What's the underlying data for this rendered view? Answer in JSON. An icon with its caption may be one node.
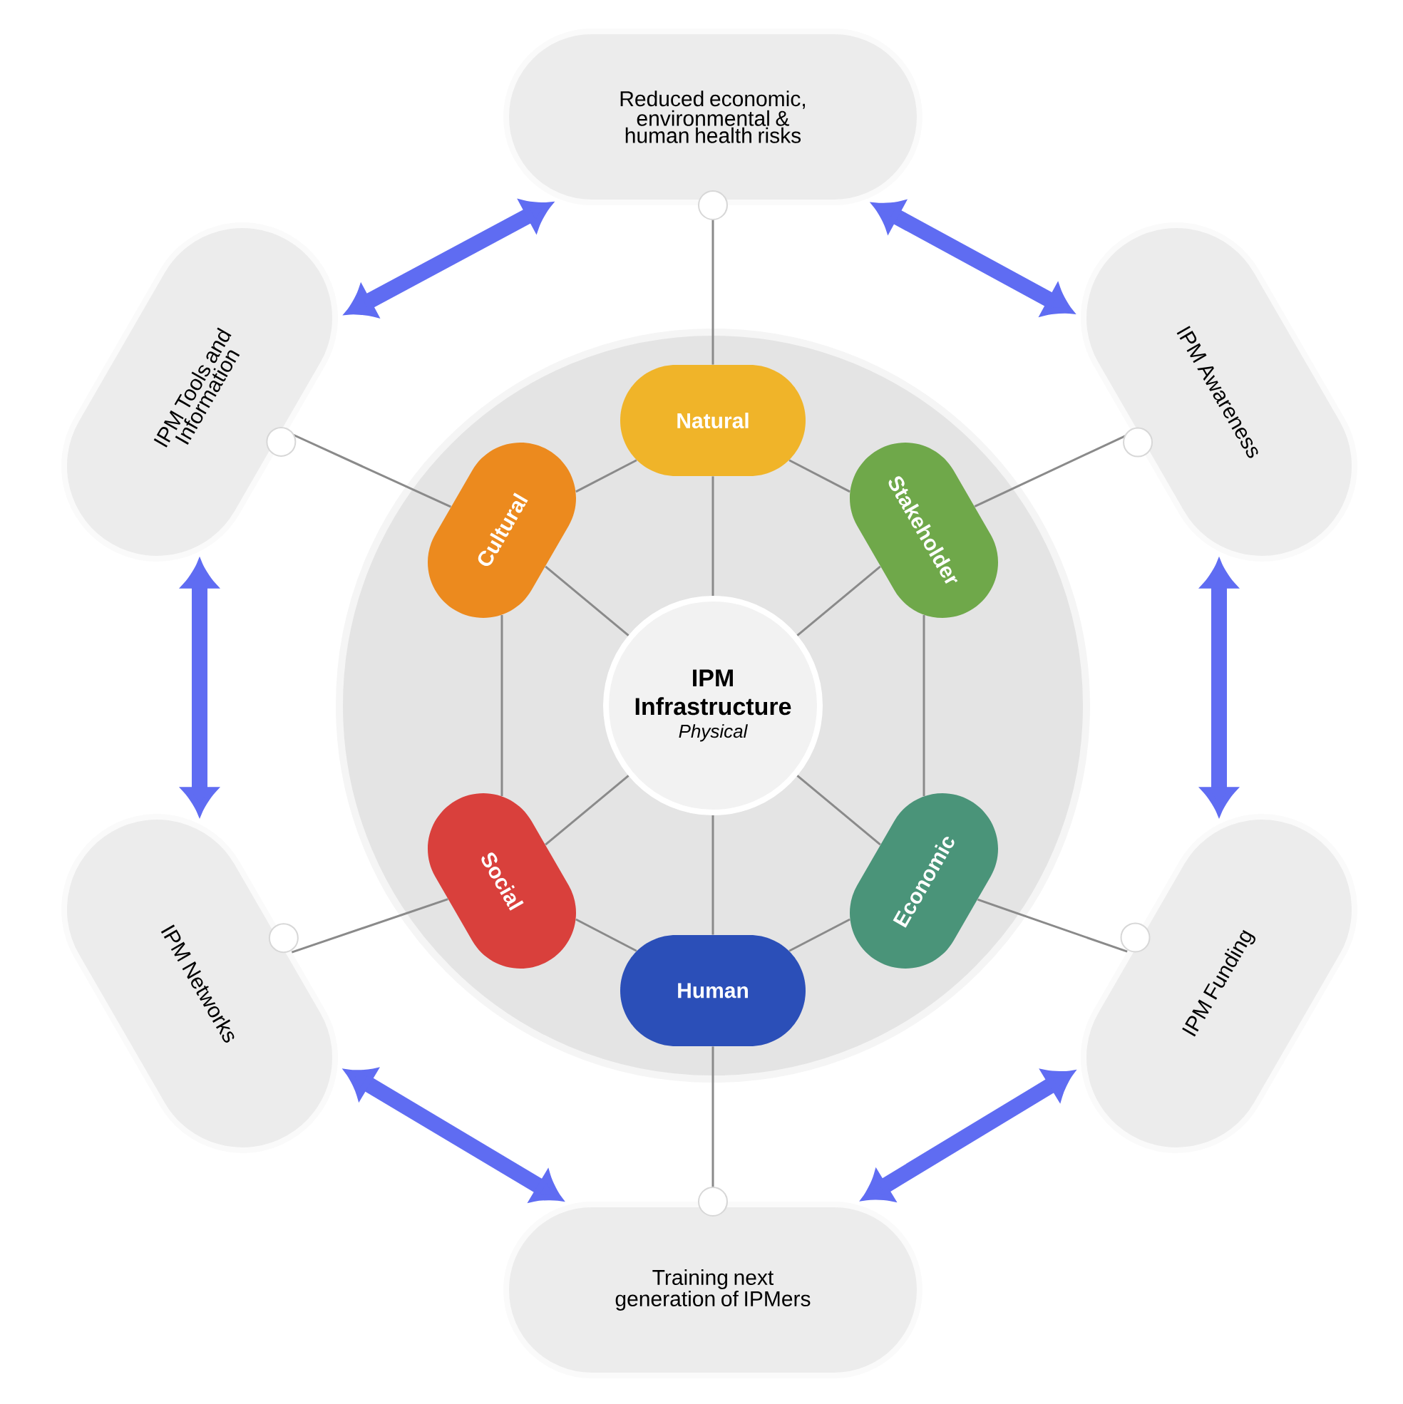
{
  "diagram": {
    "nodes": [
      {
        "text": [
          "IPM Infrastructure",
          "Physical"
        ]
      },
      {
        "text": [
          "Natural"
        ]
      },
      {
        "text": [
          "Stakeholder"
        ]
      },
      {
        "text": [
          "Economic"
        ]
      },
      {
        "text": [
          "Human"
        ]
      },
      {
        "text": [
          "Social"
        ]
      },
      {
        "text": [
          "Cultural"
        ]
      },
      {
        "text": [
          "Reduced economic, environmental & human health risks"
        ]
      },
      {
        "text": [
          "IPM Awareness"
        ]
      },
      {
        "text": [
          "IPM Funding"
        ]
      },
      {
        "text": [
          "Training next generation of IPMers"
        ]
      },
      {
        "text": [
          "IPM Networks"
        ]
      },
      {
        "text": [
          "IPM Tools and Information"
        ]
      }
    ],
    "edges": [
      {
        "from": 0,
        "to": 1,
        "arrow": "none"
      },
      {
        "from": 0,
        "to": 2,
        "arrow": "none"
      },
      {
        "from": 0,
        "to": 3,
        "arrow": "none"
      },
      {
        "from": 0,
        "to": 4,
        "arrow": "none"
      },
      {
        "from": 0,
        "to": 5,
        "arrow": "none"
      },
      {
        "from": 0,
        "to": 6,
        "arrow": "none"
      },
      {
        "from": 1,
        "to": 2,
        "arrow": "none"
      },
      {
        "from": 2,
        "to": 3,
        "arrow": "none"
      },
      {
        "from": 3,
        "to": 4,
        "arrow": "none"
      },
      {
        "from": 4,
        "to": 5,
        "arrow": "none"
      },
      {
        "from": 5,
        "to": 6,
        "arrow": "none"
      },
      {
        "from": 6,
        "to": 1,
        "arrow": "none"
      },
      {
        "from": 1,
        "to": 7,
        "arrow": "none"
      },
      {
        "from": 2,
        "to": 8,
        "arrow": "none"
      },
      {
        "from": 3,
        "to": 9,
        "arrow": "none"
      },
      {
        "from": 4,
        "to": 10,
        "arrow": "none"
      },
      {
        "from": 5,
        "to": 11,
        "arrow": "none"
      },
      {
        "from": 6,
        "to": 12,
        "arrow": "none"
      },
      {
        "from": 7,
        "to": 8,
        "arrow": "both",
        "style": "thick",
        "color": "#5f6cf2"
      },
      {
        "from": 8,
        "to": 9,
        "arrow": "both",
        "style": "thick",
        "color": "#5f6cf2"
      },
      {
        "from": 9,
        "to": 10,
        "arrow": "both",
        "style": "thick",
        "color": "#5f6cf2"
      },
      {
        "from": 10,
        "to": 11,
        "arrow": "both",
        "style": "thick",
        "color": "#5f6cf2"
      },
      {
        "from": 11,
        "to": 12,
        "arrow": "both",
        "style": "thick",
        "color": "#5f6cf2"
      },
      {
        "from": 12,
        "to": 7,
        "arrow": "both",
        "style": "thick",
        "color": "#5f6cf2"
      }
    ]
  }
}
